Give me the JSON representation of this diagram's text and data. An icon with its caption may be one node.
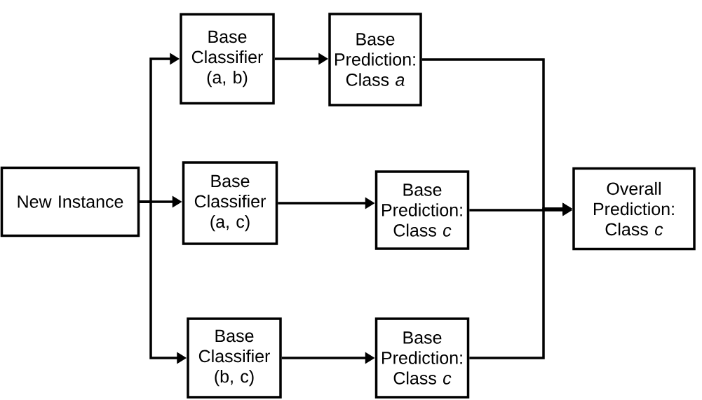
{
  "diagram": {
    "nodes": [
      {
        "text": [
          "New Instance"
        ]
      },
      {
        "text": [
          "Base Classifier (a, b)"
        ]
      },
      {
        "text": [
          "Base Prediction: Class *a*"
        ]
      },
      {
        "text": [
          "Base Classifier (a, c)"
        ]
      },
      {
        "text": [
          "Base Prediction: Class *c*"
        ]
      },
      {
        "text": [
          "Base Classifier (b, c)"
        ]
      },
      {
        "text": [
          "Base Prediction: Class *c*"
        ]
      },
      {
        "text": [
          "Overall Prediction: Class *c*"
        ]
      }
    ],
    "edges": [
      {
        "from": 0,
        "to": 1,
        "arrow": "to"
      },
      {
        "from": 0,
        "to": 3,
        "arrow": "to"
      },
      {
        "from": 0,
        "to": 5,
        "arrow": "to"
      },
      {
        "from": 1,
        "to": 2,
        "arrow": "to"
      },
      {
        "from": 3,
        "to": 4,
        "arrow": "to"
      },
      {
        "from": 5,
        "to": 6,
        "arrow": "to"
      },
      {
        "from": 2,
        "to": 7,
        "arrow": "to"
      },
      {
        "from": 4,
        "to": 7,
        "arrow": "to"
      },
      {
        "from": 6,
        "to": 7,
        "arrow": "to"
      }
    ]
  }
}
